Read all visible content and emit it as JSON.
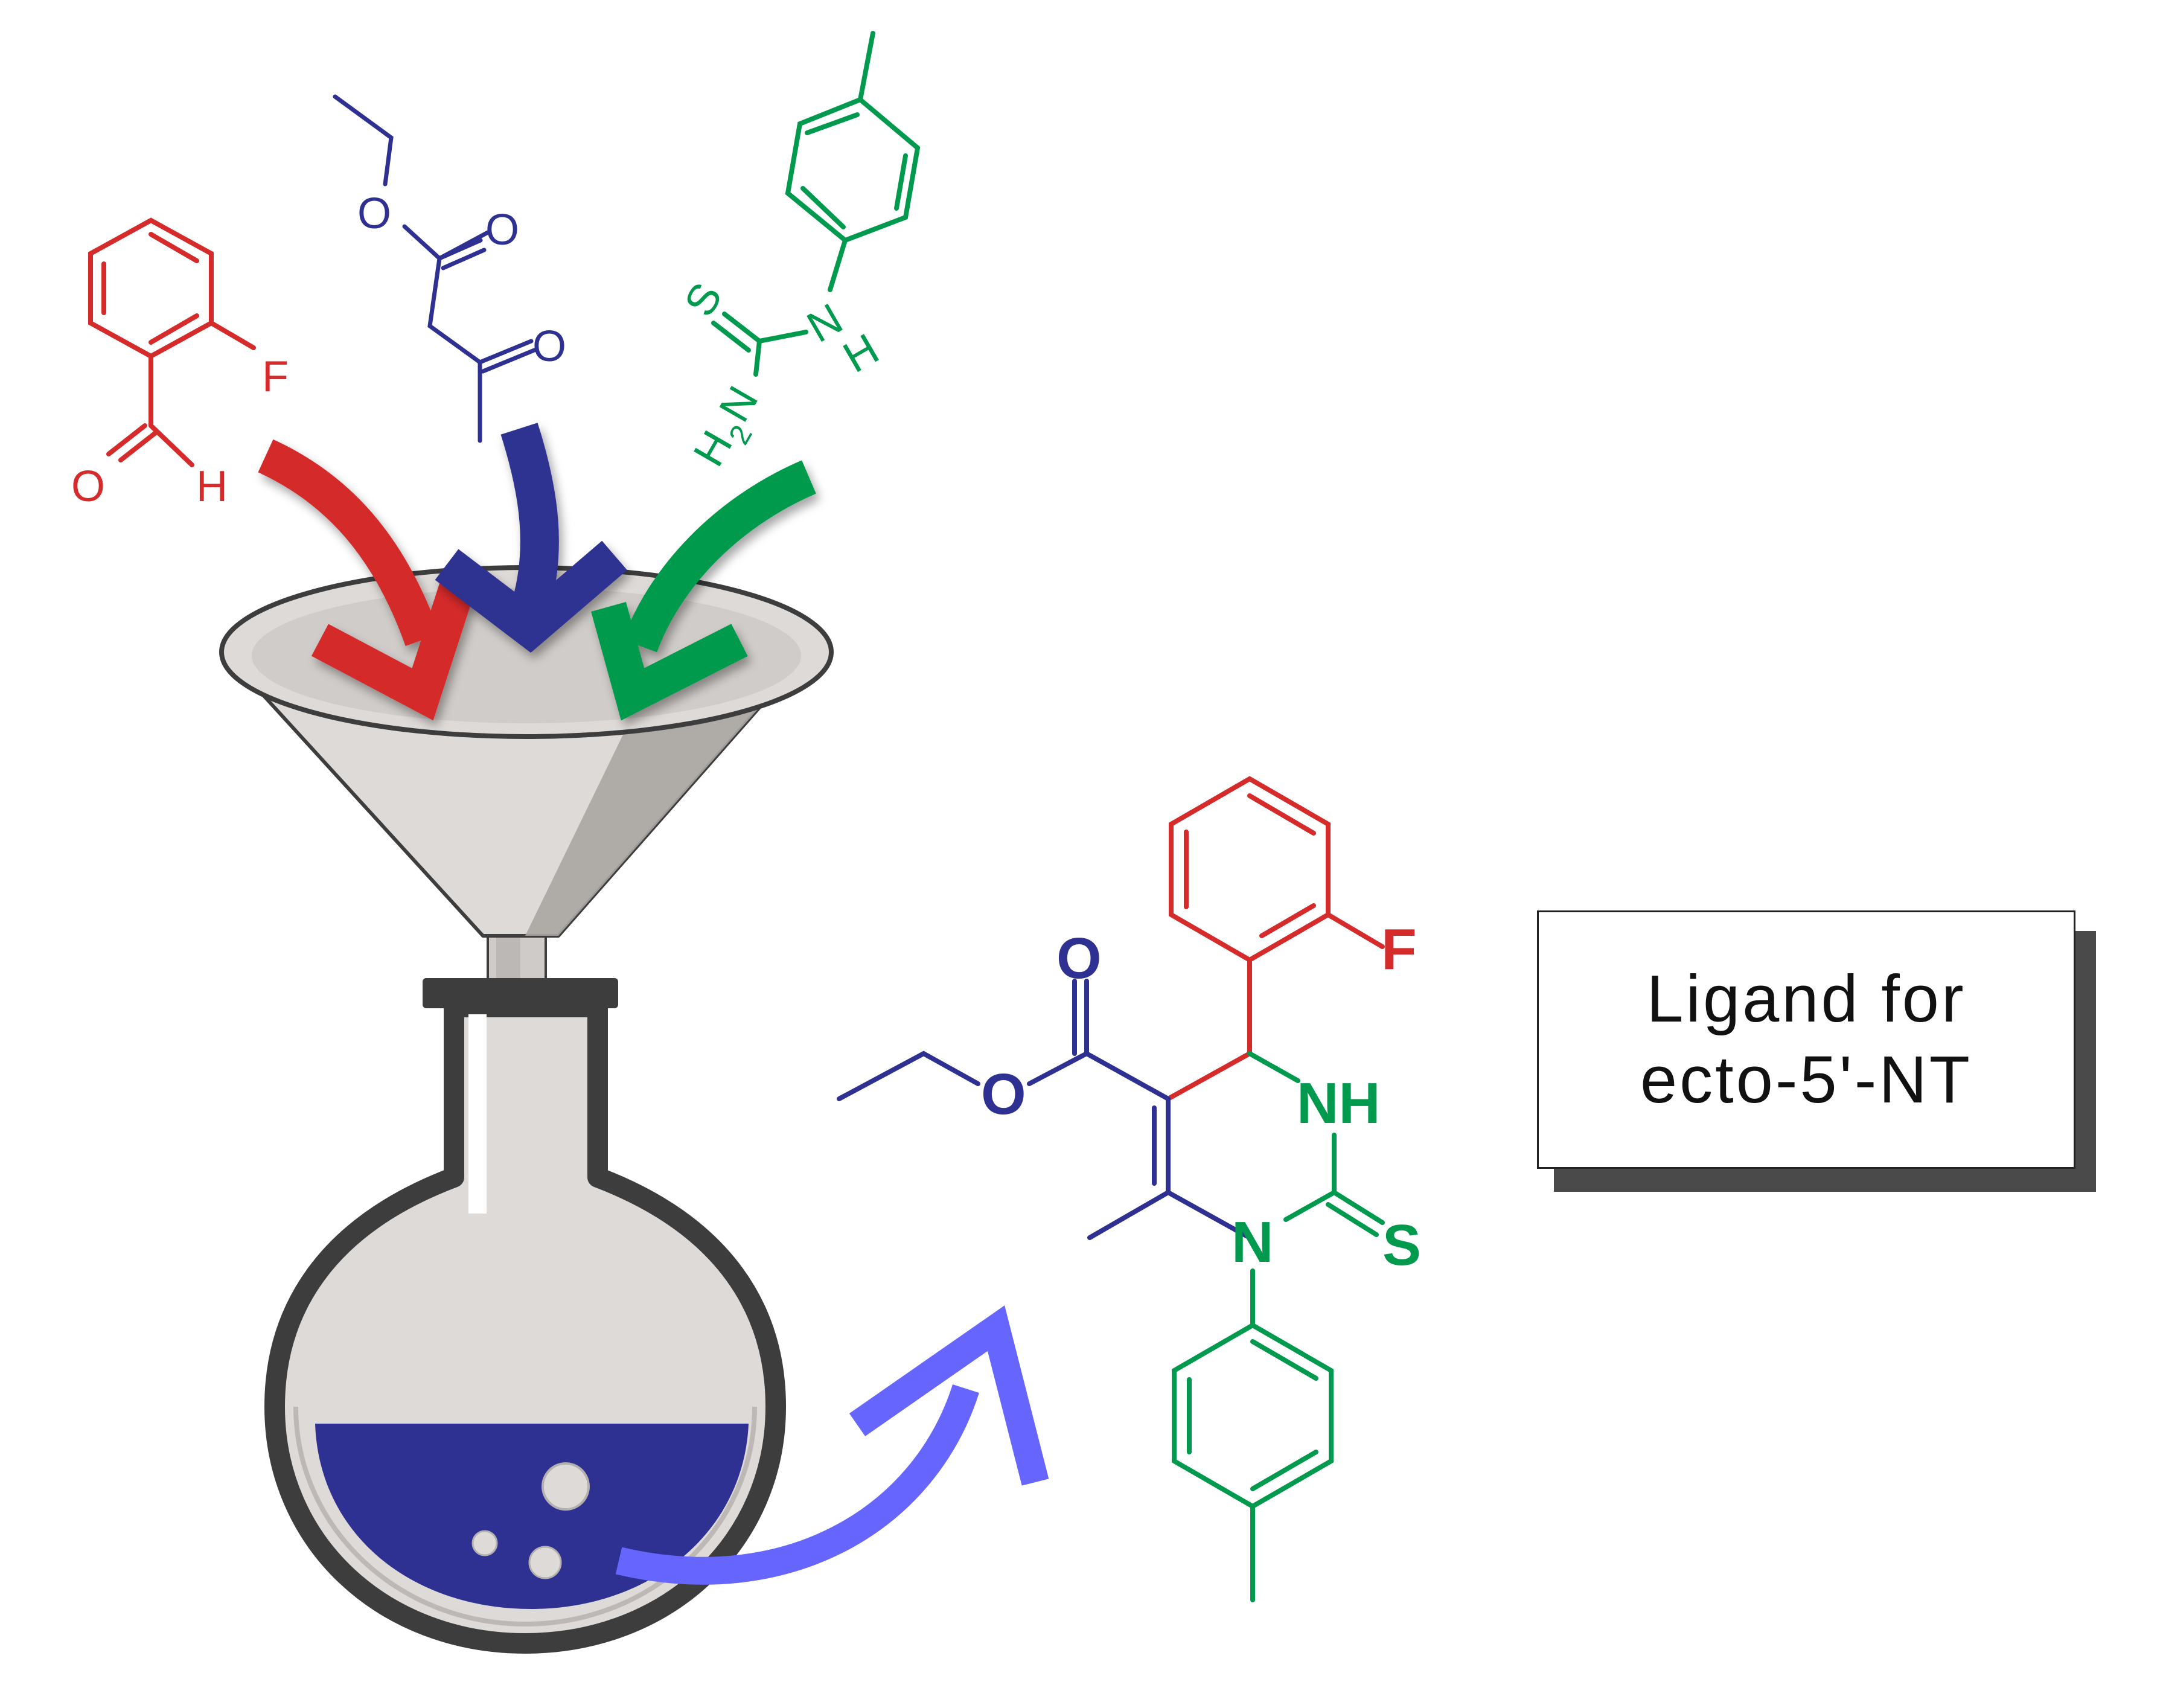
{
  "reactants": {
    "aldehyde": {
      "color": "#d52b2b",
      "atoms": {
        "fluorine": "F",
        "oxygen": "O",
        "hydrogen": "H"
      }
    },
    "ketoester": {
      "color": "#2e3191",
      "atoms": {
        "ester_oxygen": "O",
        "carbonyl_oxygen": "O",
        "ketone_oxygen": "O"
      }
    },
    "thiourea": {
      "color": "#009a4e",
      "atoms": {
        "sulfur": "S",
        "nh_n": "N",
        "nh_h": "H",
        "nh2_h": "H",
        "nh2_sub": "2",
        "nh2_n": "N"
      }
    }
  },
  "product": {
    "atoms": {
      "fluorine": "F",
      "carbonyl_oxygen": "O",
      "ester_oxygen": "O",
      "nh": "NH",
      "n": "N",
      "sulfur": "S"
    }
  },
  "label": {
    "line1": "Ligand for",
    "line2": "ecto-5'-NT"
  },
  "colors": {
    "red": "#d52b2b",
    "navy": "#2e3191",
    "green": "#009a4e",
    "light_purple": "#6666ff",
    "flask_outline": "#3d3d3d",
    "glass": "#dedad8",
    "liquid": "#2e3191"
  },
  "icons": [
    "funnel-icon",
    "round-bottom-flask-icon",
    "arrow-icon"
  ]
}
